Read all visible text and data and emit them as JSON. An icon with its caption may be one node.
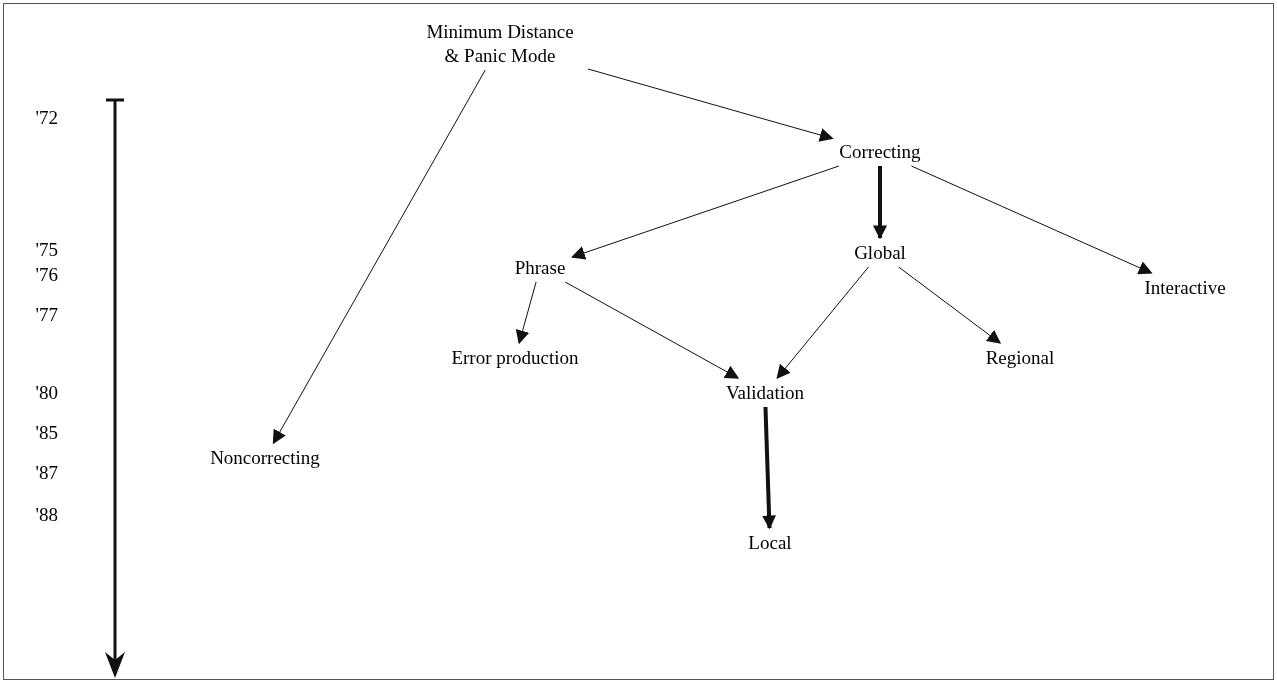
{
  "diagram": {
    "nodes": [
      {
        "text": [
          "Minimum Distance & Panic Mode"
        ]
      },
      {
        "text": [
          "Correcting"
        ]
      },
      {
        "text": [
          "Phrase"
        ]
      },
      {
        "text": [
          "Global"
        ]
      },
      {
        "text": [
          "Interactive"
        ]
      },
      {
        "text": [
          "Error production"
        ]
      },
      {
        "text": [
          "Regional"
        ]
      },
      {
        "text": [
          "Validation"
        ]
      },
      {
        "text": [
          "Noncorrecting"
        ]
      },
      {
        "text": [
          "Local"
        ]
      }
    ],
    "edges": [
      {
        "from": 0,
        "to": 8,
        "arrow": "to"
      },
      {
        "from": 0,
        "to": 1,
        "arrow": "to"
      },
      {
        "from": 1,
        "to": 2,
        "arrow": "to"
      },
      {
        "from": 1,
        "to": 3,
        "arrow": "to",
        "style": "thick"
      },
      {
        "from": 1,
        "to": 4,
        "arrow": "to"
      },
      {
        "from": 2,
        "to": 5,
        "arrow": "to"
      },
      {
        "from": 2,
        "to": 7,
        "arrow": "to"
      },
      {
        "from": 3,
        "to": 7,
        "arrow": "to"
      },
      {
        "from": 3,
        "to": 6,
        "arrow": "to"
      },
      {
        "from": 7,
        "to": 9,
        "arrow": "to",
        "style": "thick"
      }
    ],
    "labels": [
      "'72",
      "'75",
      "'76",
      "'77",
      "'80",
      "'85",
      "'87",
      "'88"
    ]
  }
}
